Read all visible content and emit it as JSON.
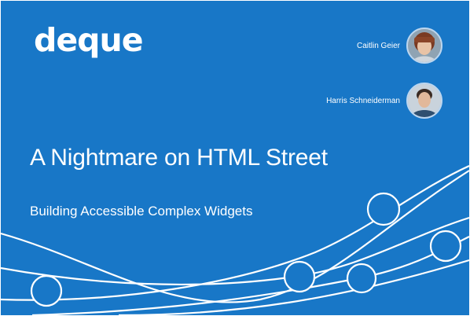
{
  "brand": {
    "logo_text": "deque",
    "background_color": "#1877c7",
    "logo_icon": "deque-logo-icon"
  },
  "speakers": [
    {
      "name": "Caitlin Geier",
      "avatar_icon": "speaker-photo"
    },
    {
      "name": "Harris Schneiderman",
      "avatar_icon": "speaker-photo"
    }
  ],
  "slide": {
    "title": "A Nightmare on HTML Street",
    "subtitle": "Building Accessible Complex Widgets"
  }
}
